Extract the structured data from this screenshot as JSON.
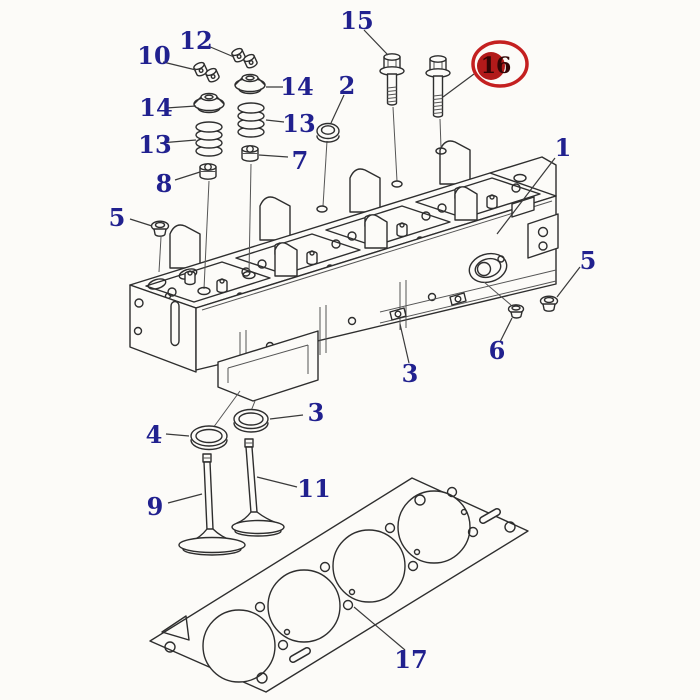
{
  "figure": {
    "type": "exploded-parts-diagram",
    "subject": "cylinder-head-assembly",
    "background": "#fcfbf8",
    "line_color": "#2e2e2e",
    "label_color": "#21218f",
    "highlight_color": "#c42020",
    "highlight_fill": "#b21a1a",
    "highlight_text_color": "#330505"
  },
  "callouts": {
    "n10": {
      "label": "10"
    },
    "n12": {
      "label": "12"
    },
    "n14_left": {
      "label": "14"
    },
    "n13_left": {
      "label": "13"
    },
    "n8": {
      "label": "8"
    },
    "n5_left": {
      "label": "5"
    },
    "n14_right": {
      "label": "14"
    },
    "n13_right": {
      "label": "13"
    },
    "n7": {
      "label": "7"
    },
    "n2": {
      "label": "2"
    },
    "n15": {
      "label": "15"
    },
    "n16": {
      "label": "16",
      "circled": true
    },
    "n1": {
      "label": "1"
    },
    "n5_right": {
      "label": "5"
    },
    "n6": {
      "label": "6"
    },
    "n3_upper": {
      "label": "3"
    },
    "n3_lower": {
      "label": "3"
    },
    "n4": {
      "label": "4"
    },
    "n9": {
      "label": "9"
    },
    "n11": {
      "label": "11"
    },
    "n17": {
      "label": "17"
    }
  }
}
